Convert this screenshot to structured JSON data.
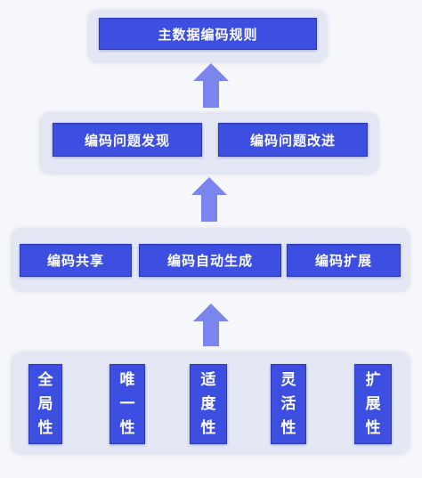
{
  "top": {
    "title": "主数据编码规则"
  },
  "level2": {
    "items": [
      {
        "label": "编码问题发现"
      },
      {
        "label": "编码问题改进"
      }
    ]
  },
  "level3": {
    "items": [
      {
        "label": "编码共享"
      },
      {
        "label": "编码自动生成"
      },
      {
        "label": "编码扩展"
      }
    ]
  },
  "level4": {
    "items": [
      {
        "chars": [
          "全",
          "局",
          "性"
        ]
      },
      {
        "chars": [
          "唯",
          "一",
          "性"
        ]
      },
      {
        "chars": [
          "适",
          "度",
          "性"
        ]
      },
      {
        "chars": [
          "灵",
          "活",
          "性"
        ]
      },
      {
        "chars": [
          "扩",
          "展",
          "性"
        ]
      }
    ]
  },
  "colors": {
    "box_fill": "#3d4fe0",
    "arrow": "#7a86ee",
    "panel": "#e4e8f5"
  }
}
